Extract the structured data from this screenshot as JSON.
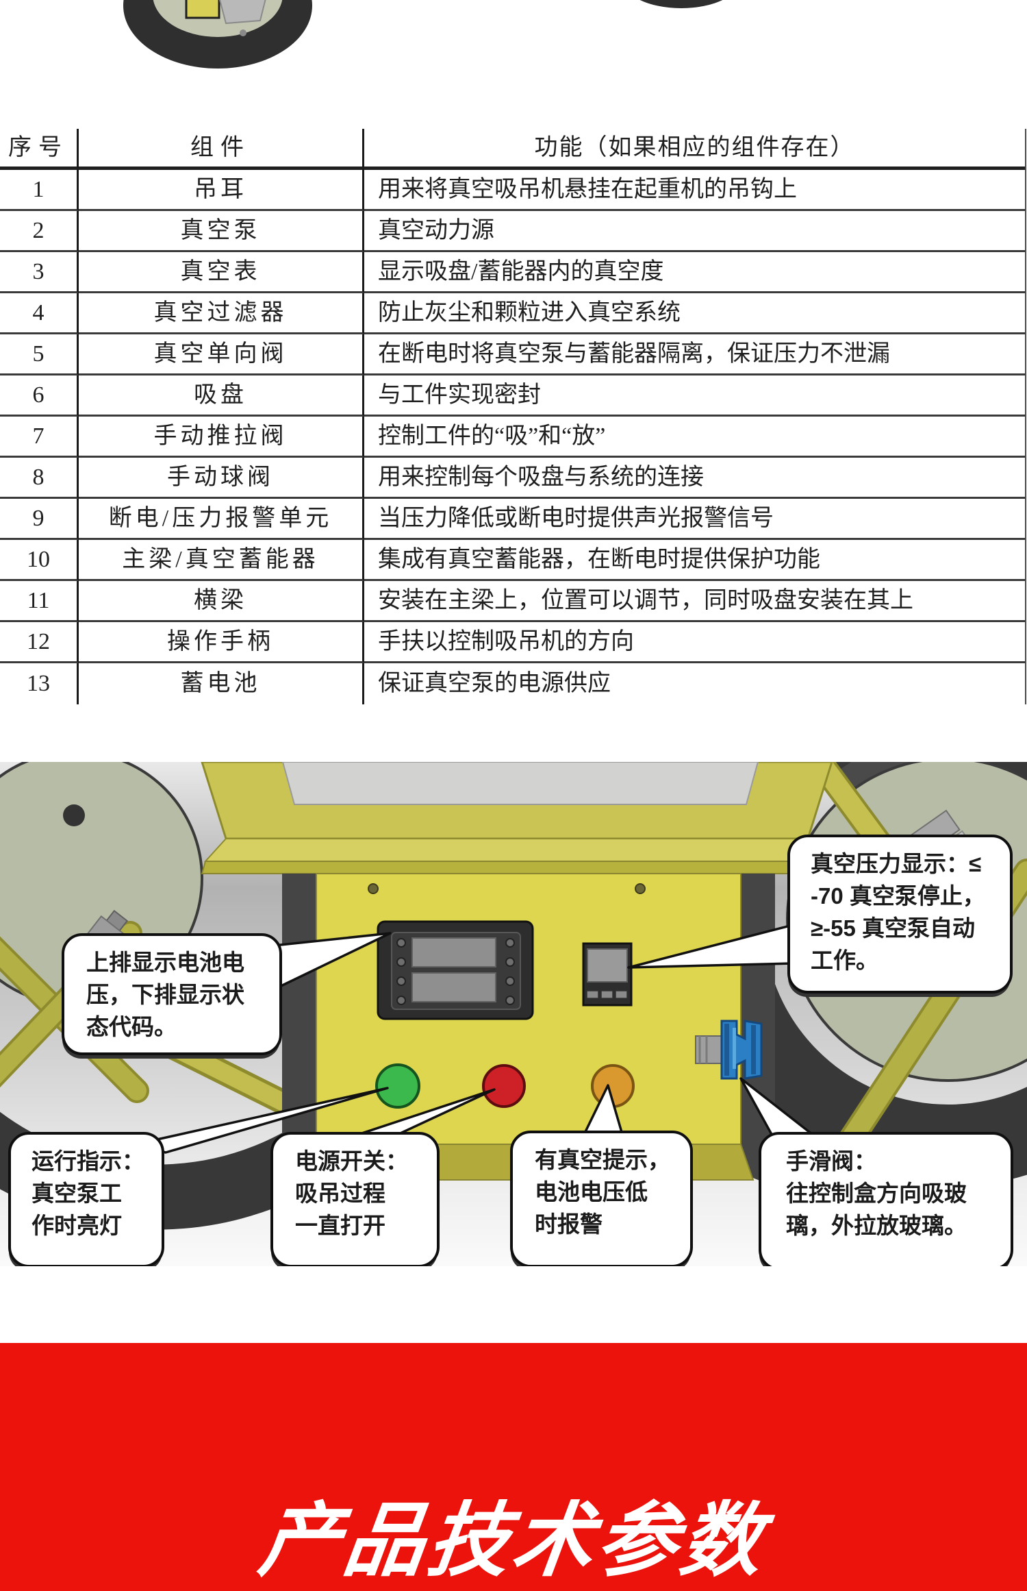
{
  "table": {
    "headers": [
      "序号",
      "组件",
      "功能（如果相应的组件存在）"
    ],
    "rows": [
      {
        "no": "1",
        "component": "吊耳",
        "function": "用来将真空吸吊机悬挂在起重机的吊钩上"
      },
      {
        "no": "2",
        "component": "真空泵",
        "function": "真空动力源"
      },
      {
        "no": "3",
        "component": "真空表",
        "function": "显示吸盘/蓄能器内的真空度"
      },
      {
        "no": "4",
        "component": "真空过滤器",
        "function": "防止灰尘和颗粒进入真空系统"
      },
      {
        "no": "5",
        "component": "真空单向阀",
        "function": "在断电时将真空泵与蓄能器隔离，保证压力不泄漏"
      },
      {
        "no": "6",
        "component": "吸盘",
        "function": "与工件实现密封"
      },
      {
        "no": "7",
        "component": "手动推拉阀",
        "function": "控制工件的“吸”和“放”"
      },
      {
        "no": "8",
        "component": "手动球阀",
        "function": "用来控制每个吸盘与系统的连接"
      },
      {
        "no": "9",
        "component": "断电/压力报警单元",
        "function": "当压力降低或断电时提供声光报警信号"
      },
      {
        "no": "10",
        "component": "主梁/真空蓄能器",
        "function": "集成有真空蓄能器，在断电时提供保护功能"
      },
      {
        "no": "11",
        "component": "横梁",
        "function": "安装在主梁上，位置可以调节，同时吸盘安装在其上"
      },
      {
        "no": "12",
        "component": "操作手柄",
        "function": "手扶以控制吸吊机的方向"
      },
      {
        "no": "13",
        "component": "蓄电池",
        "function": "保证真空泵的电源供应"
      }
    ]
  },
  "callouts": {
    "display": "上排显示电池电\n压，下排显示状\n态代码。",
    "vacuum_pressure": "真空压力显示：≤\n-70 真空泵停止，\n≥-55 真空泵自动\n工作。",
    "run_indicator": "运行指示：\n真空泵工\n作时亮灯",
    "power_switch": "电源开关：\n吸吊过程\n一直打开",
    "vacuum_alert": "有真空提示，\n电池电压低\n时报警",
    "hand_valve": "手滑阀：\n往控制盒方向吸玻\n璃，外拉放玻璃。"
  },
  "banner": {
    "title": "产品技术参数",
    "bg_color": "#ec130d",
    "text_color": "#ffffff"
  },
  "colors": {
    "panel_yellow": "#ddd64e",
    "frame_olive": "#c9c454",
    "run_light_green": "#3cb94d",
    "power_button_red": "#ce2127",
    "alert_light_orange": "#d9992f",
    "hand_valve_blue": "#2b7fc4",
    "suction_ring_dark": "#383838",
    "table_line": "#1a1a1a"
  }
}
